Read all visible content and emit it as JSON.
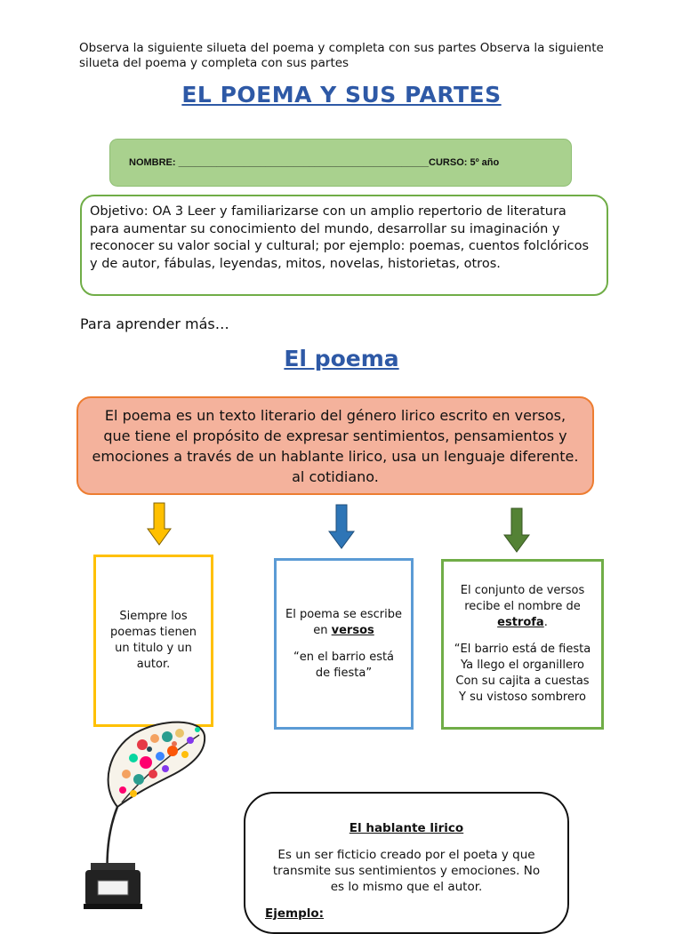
{
  "instruction": "Observa la siguiente silueta del poema y completa con sus  partes      Observa la siguiente silueta del poema y completa con sus partes",
  "title": "EL POEMA Y SUS PARTES",
  "name_line": "NOMBRE: ______________________________________________CURSO: 5º año",
  "objective": "Objetivo: OA 3 Leer y familiarizarse con un amplio repertorio de literatura para aumentar su conocimiento del mundo, desarrollar su imaginación y reconocer su valor social y cultural; por ejemplo: poemas, cuentos folclóricos y de autor, fábulas, leyendas, mitos, novelas, historietas, otros.",
  "learn_more": "Para aprender más…",
  "section_title": "El poema",
  "definition": "El poema es un texto literario del género lirico escrito en versos, que tiene el propósito de expresar sentimientos, pensamientos y emociones a través de un hablante lirico, usa un lenguaje diferente. al cotidiano.",
  "colors": {
    "title_blue": "#2e59a6",
    "arrow_yellow": "#ffc000",
    "arrow_blue": "#2e75b6",
    "arrow_green": "#548235",
    "definition_fill": "#f4b29c",
    "definition_border": "#ed7d31",
    "name_fill": "#a9d18e"
  },
  "cards": {
    "title_author": {
      "text": "Siempre los poemas tienen un titulo y un autor."
    },
    "verses": {
      "pre": "El poema se escribe en ",
      "bold": "versos",
      "example": "“en el barrio está de fiesta”"
    },
    "stanza": {
      "pre": "El conjunto de versos recibe el nombre de ",
      "bold": "estrofa",
      "post": ".",
      "lines": [
        "“El barrio está de fiesta",
        "Ya llego el organillero",
        "Con su cajita a cuestas",
        "Y su vistoso sombrero"
      ]
    }
  },
  "speaker": {
    "title": "El hablante lirico",
    "text": "Es un ser ficticio creado por el poeta y que transmite sus sentimientos y emociones. No es lo mismo que el autor.",
    "example_label": "Ejemplo:"
  },
  "icons": {
    "feather": "quill-feather-inkwell-icon"
  }
}
